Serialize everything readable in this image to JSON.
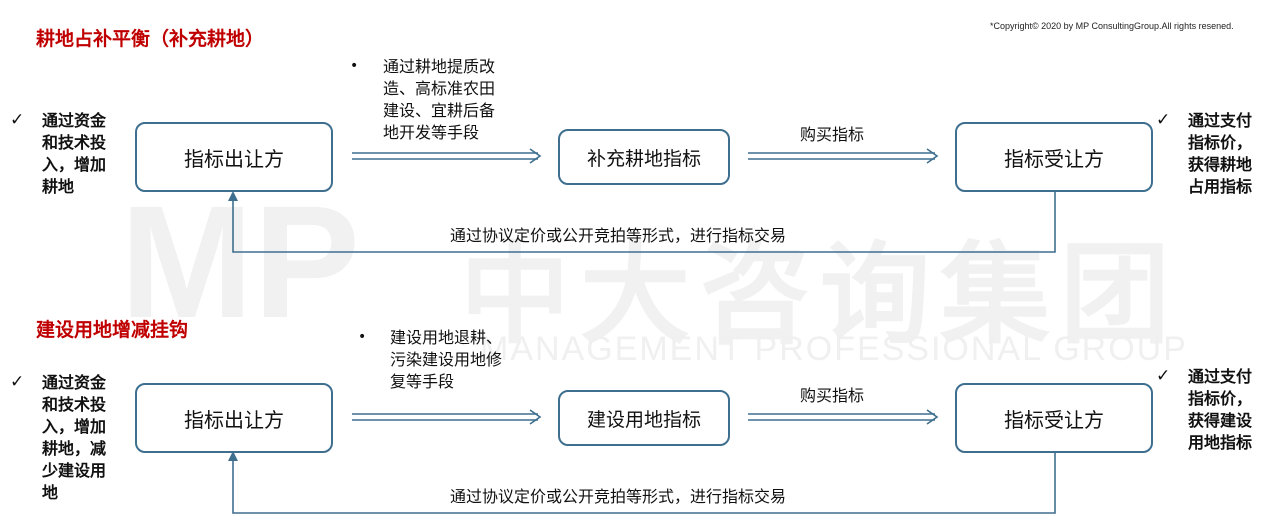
{
  "copyright": "*Copyright© 2020 by MP ConsultingGroup.All rights resened.",
  "watermark": {
    "logo": "MP",
    "chinese": "中大咨询集团",
    "english": "MANAGEMENT PROFESSIONAL GROUP"
  },
  "colors": {
    "title": "#c00000",
    "box_border": "#3f6f8f",
    "arrow": "#3f6f8f"
  },
  "sections": [
    {
      "title": "耕地占补平衡（补充耕地）",
      "left_note": [
        "通过资金",
        "和技术投",
        "入，增加",
        "耕地"
      ],
      "box_left": "指标出让方",
      "box_mid": "补充耕地指标",
      "box_right": "指标受让方",
      "arrow1_note": [
        "通过耕地提质改",
        "造、高标准农田",
        "建设、宜耕后备",
        "地开发等手段"
      ],
      "arrow2_label": "购买指标",
      "right_note": [
        "通过支付",
        "指标价，",
        "获得耕地",
        "占用指标"
      ],
      "feedback_label": "通过协议定价或公开竞拍等形式，进行指标交易"
    },
    {
      "title": "建设用地增减挂钩",
      "left_note": [
        "通过资金",
        "和技术投",
        "入，增加",
        "耕地，减",
        "少建设用",
        "地"
      ],
      "box_left": "指标出让方",
      "box_mid": "建设用地指标",
      "box_right": "指标受让方",
      "arrow1_note": [
        "建设用地退耕、",
        "污染建设用地修",
        "复等手段"
      ],
      "arrow2_label": "购买指标",
      "right_note": [
        "通过支付",
        "指标价，",
        "获得建设",
        "用地指标"
      ],
      "feedback_label": "通过协议定价或公开竞拍等形式，进行指标交易"
    }
  ]
}
